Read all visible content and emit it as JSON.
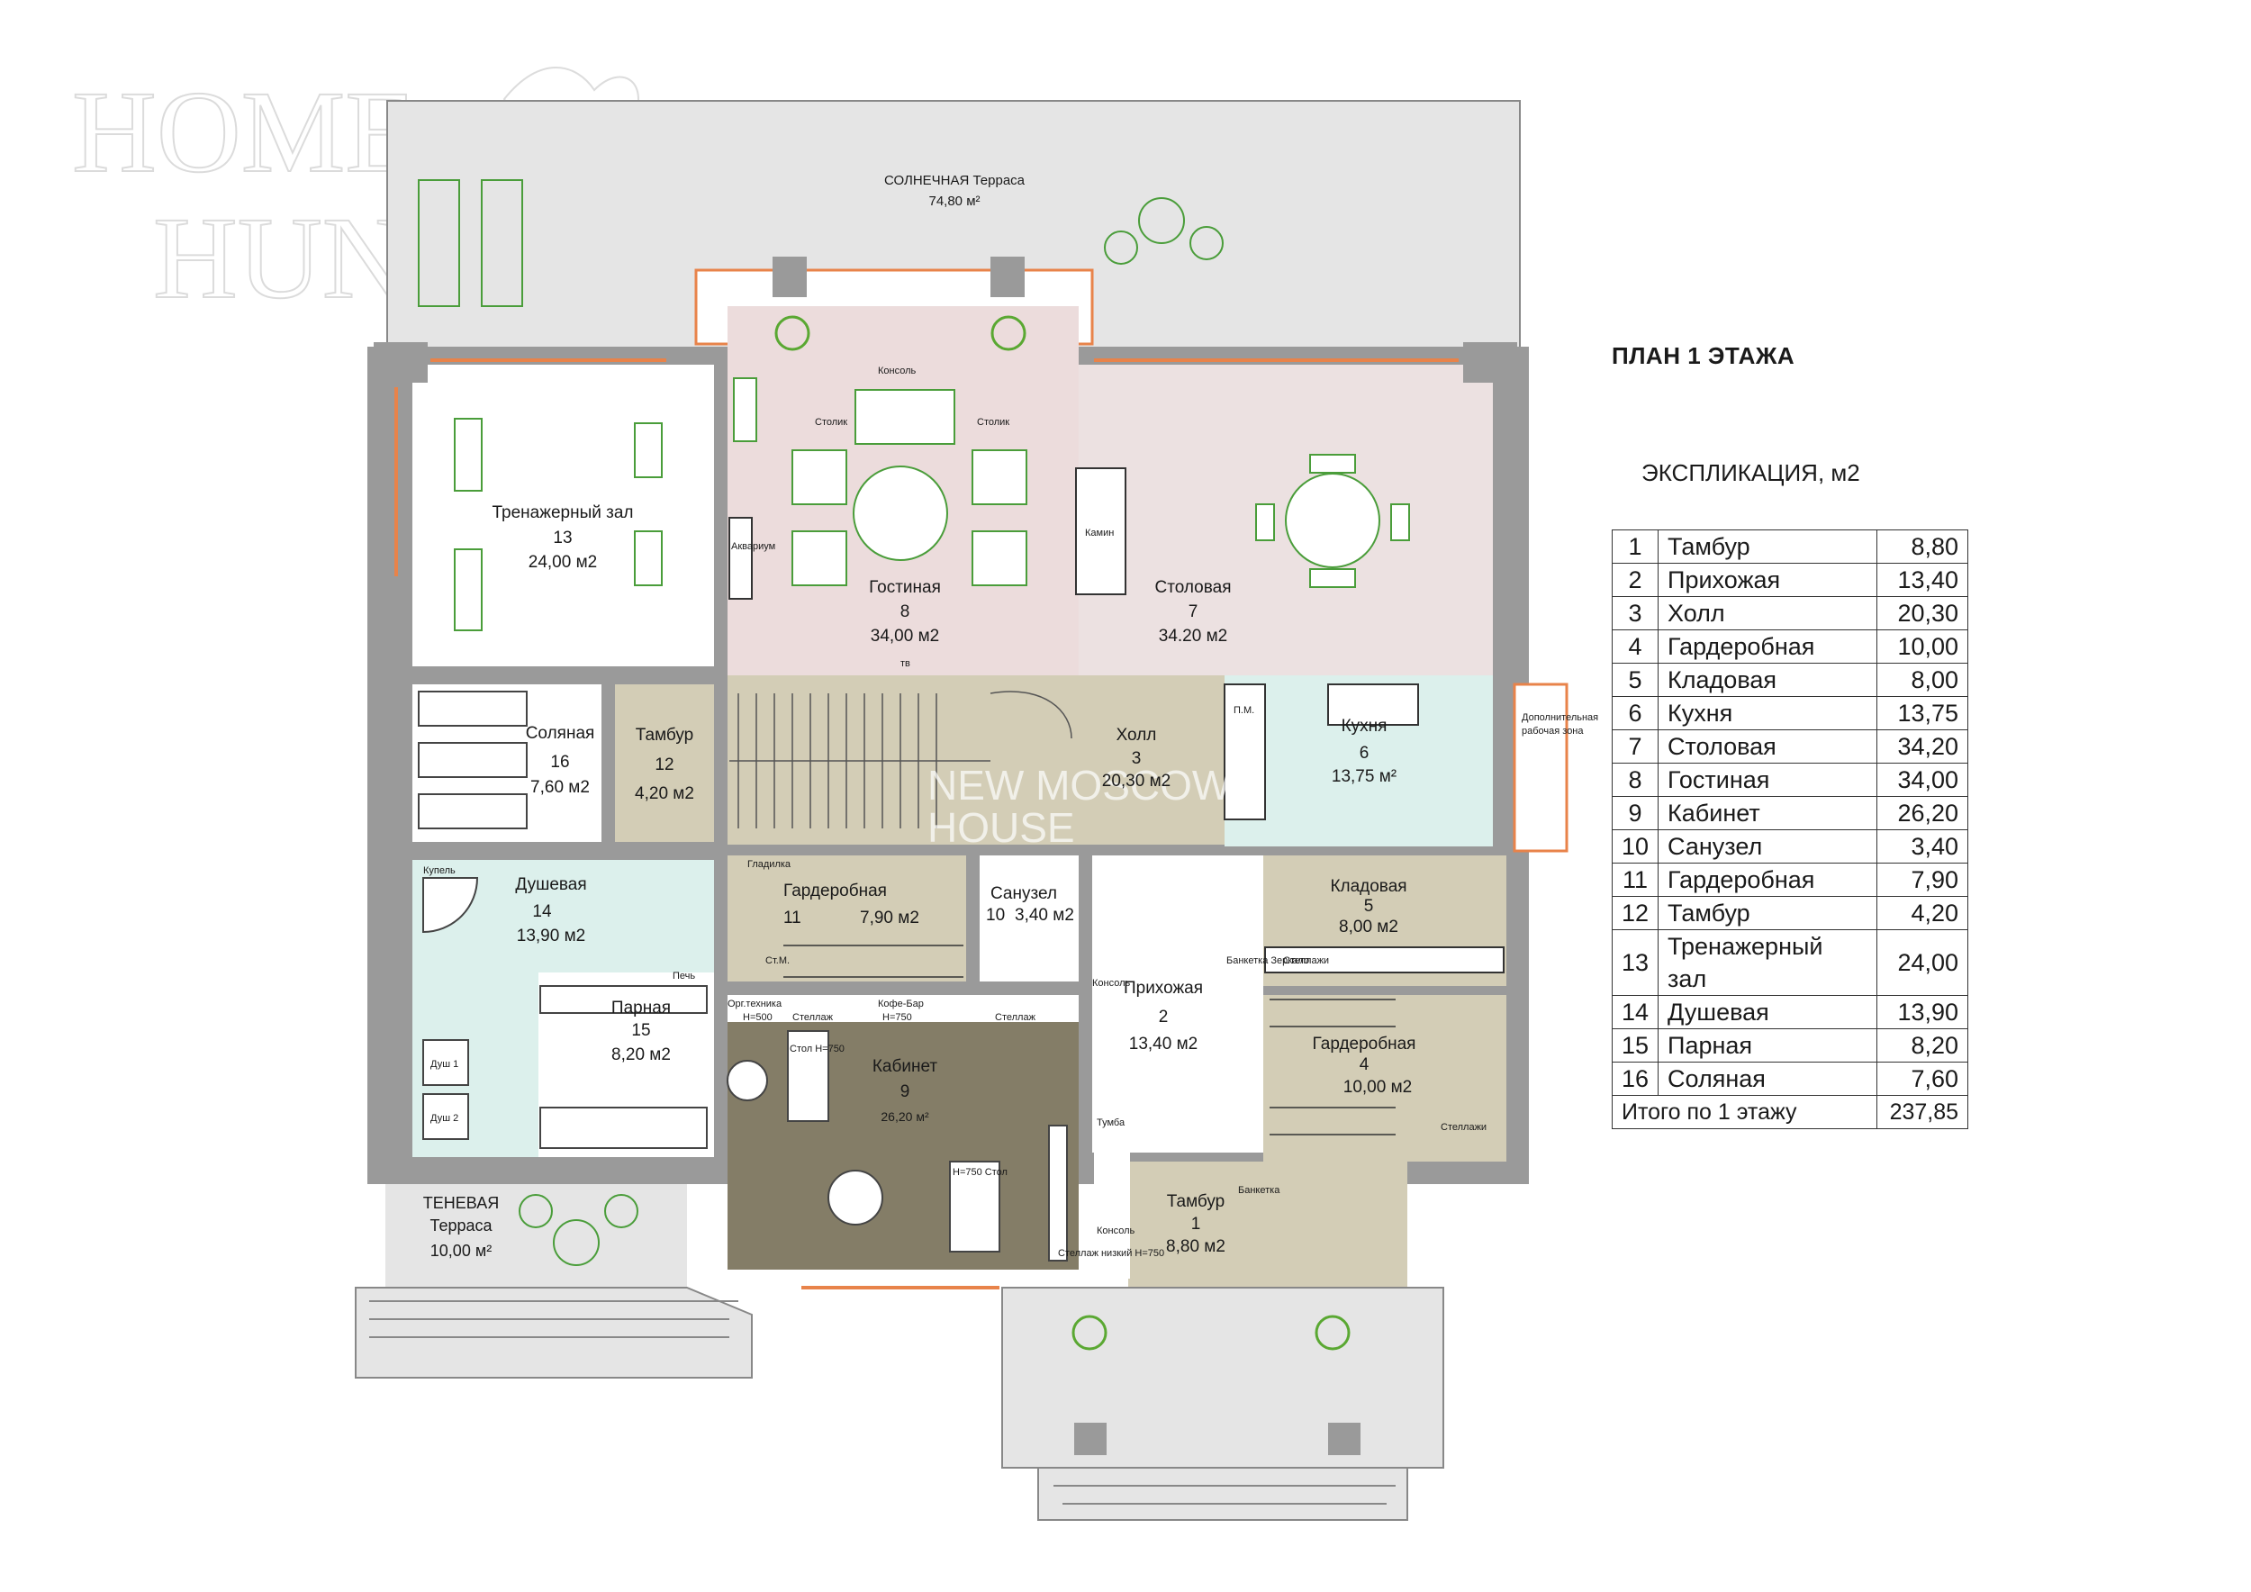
{
  "watermarks": {
    "brand_line1": "HOME",
    "brand_line2": "HUNTER",
    "center_line1": "NEW MOSCOW",
    "center_line2": "HOUSE"
  },
  "plan_title": "ПЛАН 1 ЭТАЖА",
  "explication_title": "ЭКСПЛИКАЦИЯ, м2",
  "explication": [
    {
      "n": "1",
      "name": "Тамбур",
      "area": "8,80"
    },
    {
      "n": "2",
      "name": "Прихожая",
      "area": "13,40"
    },
    {
      "n": "3",
      "name": "Холл",
      "area": "20,30"
    },
    {
      "n": "4",
      "name": "Гардеробная",
      "area": "10,00"
    },
    {
      "n": "5",
      "name": "Кладовая",
      "area": "8,00"
    },
    {
      "n": "6",
      "name": "Кухня",
      "area": "13,75"
    },
    {
      "n": "7",
      "name": "Столовая",
      "area": "34,20"
    },
    {
      "n": "8",
      "name": "Гостиная",
      "area": "34,00"
    },
    {
      "n": "9",
      "name": "Кабинет",
      "area": "26,20"
    },
    {
      "n": "10",
      "name": "Санузел",
      "area": "3,40"
    },
    {
      "n": "11",
      "name": "Гардеробная",
      "area": "7,90"
    },
    {
      "n": "12",
      "name": "Тамбур",
      "area": "4,20"
    },
    {
      "n": "13",
      "name": "Тренажерный зал",
      "area": "24,00"
    },
    {
      "n": "14",
      "name": "Душевая",
      "area": "13,90"
    },
    {
      "n": "15",
      "name": "Парная",
      "area": "8,20"
    },
    {
      "n": "16",
      "name": "Соляная",
      "area": "7,60"
    }
  ],
  "total": {
    "label": "Итого по 1 этажу",
    "area": "237,85"
  },
  "rooms": {
    "r1": {
      "name": "Тамбур",
      "num": "1",
      "area": "8,80 м2"
    },
    "r2": {
      "name": "Прихожая",
      "num": "2",
      "area": "13,40 м2"
    },
    "r3": {
      "name": "Холл",
      "num": "3",
      "area": "20,30 м2"
    },
    "r4": {
      "name": "Гардеробная",
      "num": "4",
      "area": "10,00 м2"
    },
    "r5": {
      "name": "Кладовая",
      "num": "5",
      "area": "8,00 м2"
    },
    "r6": {
      "name": "Кухня",
      "num": "6",
      "area": "13,75 м²"
    },
    "r7": {
      "name": "Столовая",
      "num": "7",
      "area": "34.20 м2"
    },
    "r8": {
      "name": "Гостиная",
      "num": "8",
      "area": "34,00 м2"
    },
    "r9": {
      "name": "Кабинет",
      "num": "9",
      "area": "26,20 м²"
    },
    "r10": {
      "name": "Санузел",
      "num": "10",
      "area": "3,40 м2"
    },
    "r11": {
      "name": "Гардеробная",
      "num": "11",
      "area": "7,90 м2"
    },
    "r12": {
      "name": "Тамбур",
      "num": "12",
      "area": "4,20 м2"
    },
    "r13": {
      "name": "Тренажерный зал",
      "num": "13",
      "area": "24,00 м2"
    },
    "r14": {
      "name": "Душевая",
      "num": "14",
      "area": "13,90 м2"
    },
    "r15": {
      "name": "Парная",
      "num": "15",
      "area": "8,20 м2"
    },
    "r16": {
      "name": "Соляная",
      "num": "16",
      "area": "7,60 м2"
    }
  },
  "terraces": {
    "sun_name": "СОЛНЕЧНАЯ Терраса",
    "sun_area": "74,80 м²",
    "shade_name": "ТЕНЕВАЯ",
    "shade_name2": "Терраса",
    "shade_area": "10,00 м²"
  },
  "furniture": {
    "console": "Консоль",
    "stolik": "Столик",
    "aquarium": "Аквариум",
    "fireplace": "Камин",
    "tv": "тв",
    "gladilka": "Гладилка",
    "st_m": "Ст.М.",
    "org_tech": "Орг.техника",
    "org_h": "H=500",
    "coffee_bar": "Кофе-Бар",
    "coffee_h": "H=750",
    "rack": "Стеллаж",
    "table_h750": "Стол H=750",
    "table_h750_b": "H=750 Стол",
    "rack_low": "Стеллаж низкий H=750",
    "tumba": "Тумба",
    "console2": "Консоль",
    "bench": "Банкетка",
    "bench_mirror": "Банкетка Зеркало",
    "racks": "Стеллажи",
    "racks2": "Стеллажи",
    "kupel": "Купель",
    "shower1": "Душ 1",
    "shower2": "Душ 2",
    "pech": "Печь",
    "pm": "П.М.",
    "extra_work1": "Дополнительная",
    "extra_work2": "рабочая зона"
  },
  "colors": {
    "wall": "#9a9a9a",
    "terrace": "#e5e5e5",
    "living": "#ecdcdc",
    "dining": "#ece1e1",
    "beige": "#d3cdb6",
    "office": "#847d67",
    "mint": "#dcf0ec",
    "window": "#e8834a",
    "green": "#5aa832"
  }
}
